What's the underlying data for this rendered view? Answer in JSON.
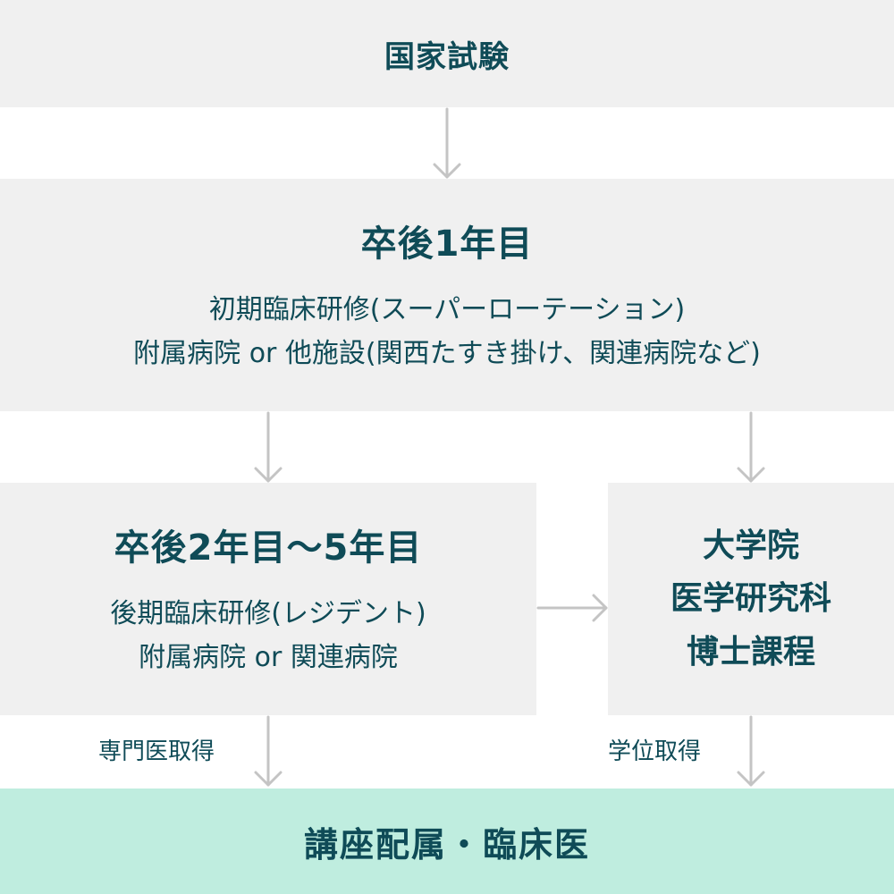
{
  "exam": {
    "title": "国家試験"
  },
  "year1": {
    "title": "卒後1年目",
    "line1": "初期臨床研修(スーパーローテーション)",
    "line2": "附属病院 or 他施設(関西たすき掛け、関連病院など)"
  },
  "year2to5": {
    "title": "卒後2年目〜5年目",
    "line1": "後期臨床研修(レジデント)",
    "line2": "附属病院 or 関連病院"
  },
  "graduate": {
    "line1": "大学院",
    "line2": "医学研究科",
    "line3": "博士課程"
  },
  "labels": {
    "specialist": "専門医取得",
    "degree": "学位取得"
  },
  "final": {
    "title": "講座配属・臨床医"
  },
  "colors": {
    "box_bg": "#f0f0f0",
    "final_bg": "#bfeddf",
    "text": "#0f4b57",
    "arrow": "#c4c4c4"
  }
}
